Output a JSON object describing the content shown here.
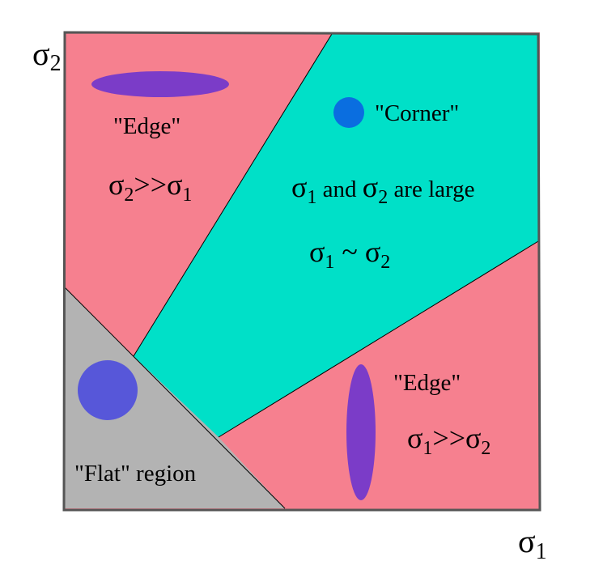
{
  "axes": {
    "y": {
      "symbol": "σ",
      "subscript": "2"
    },
    "x": {
      "symbol": "σ",
      "subscript": "1"
    }
  },
  "regions": {
    "edge_top": {
      "label": "\"Edge\"",
      "relation": {
        "a": "σ",
        "a_sub": "2",
        "op": ">>",
        "b": "σ",
        "b_sub": "1"
      }
    },
    "corner": {
      "label": "\"Corner\"",
      "line1": {
        "a": "σ",
        "a_sub": "1",
        "mid": " and ",
        "b": "σ",
        "b_sub": "2",
        "tail": " are large"
      },
      "line2": {
        "a": "σ",
        "a_sub": "1",
        "op": " ~ ",
        "b": "σ",
        "b_sub": "2"
      }
    },
    "edge_right": {
      "label": "\"Edge\"",
      "relation": {
        "a": "σ",
        "a_sub": "1",
        "op": ">>",
        "b": "σ",
        "b_sub": "2"
      }
    },
    "flat": {
      "label": "\"Flat\" region"
    }
  },
  "colors": {
    "edge_region": "#f6808f",
    "corner_region": "#00e0c8",
    "flat_region": "#b3b3b3",
    "edge_ellipse": "#7b3cc8",
    "corner_dot": "#0a6ee0",
    "flat_circle": "#5757d9",
    "border": "#555555"
  }
}
